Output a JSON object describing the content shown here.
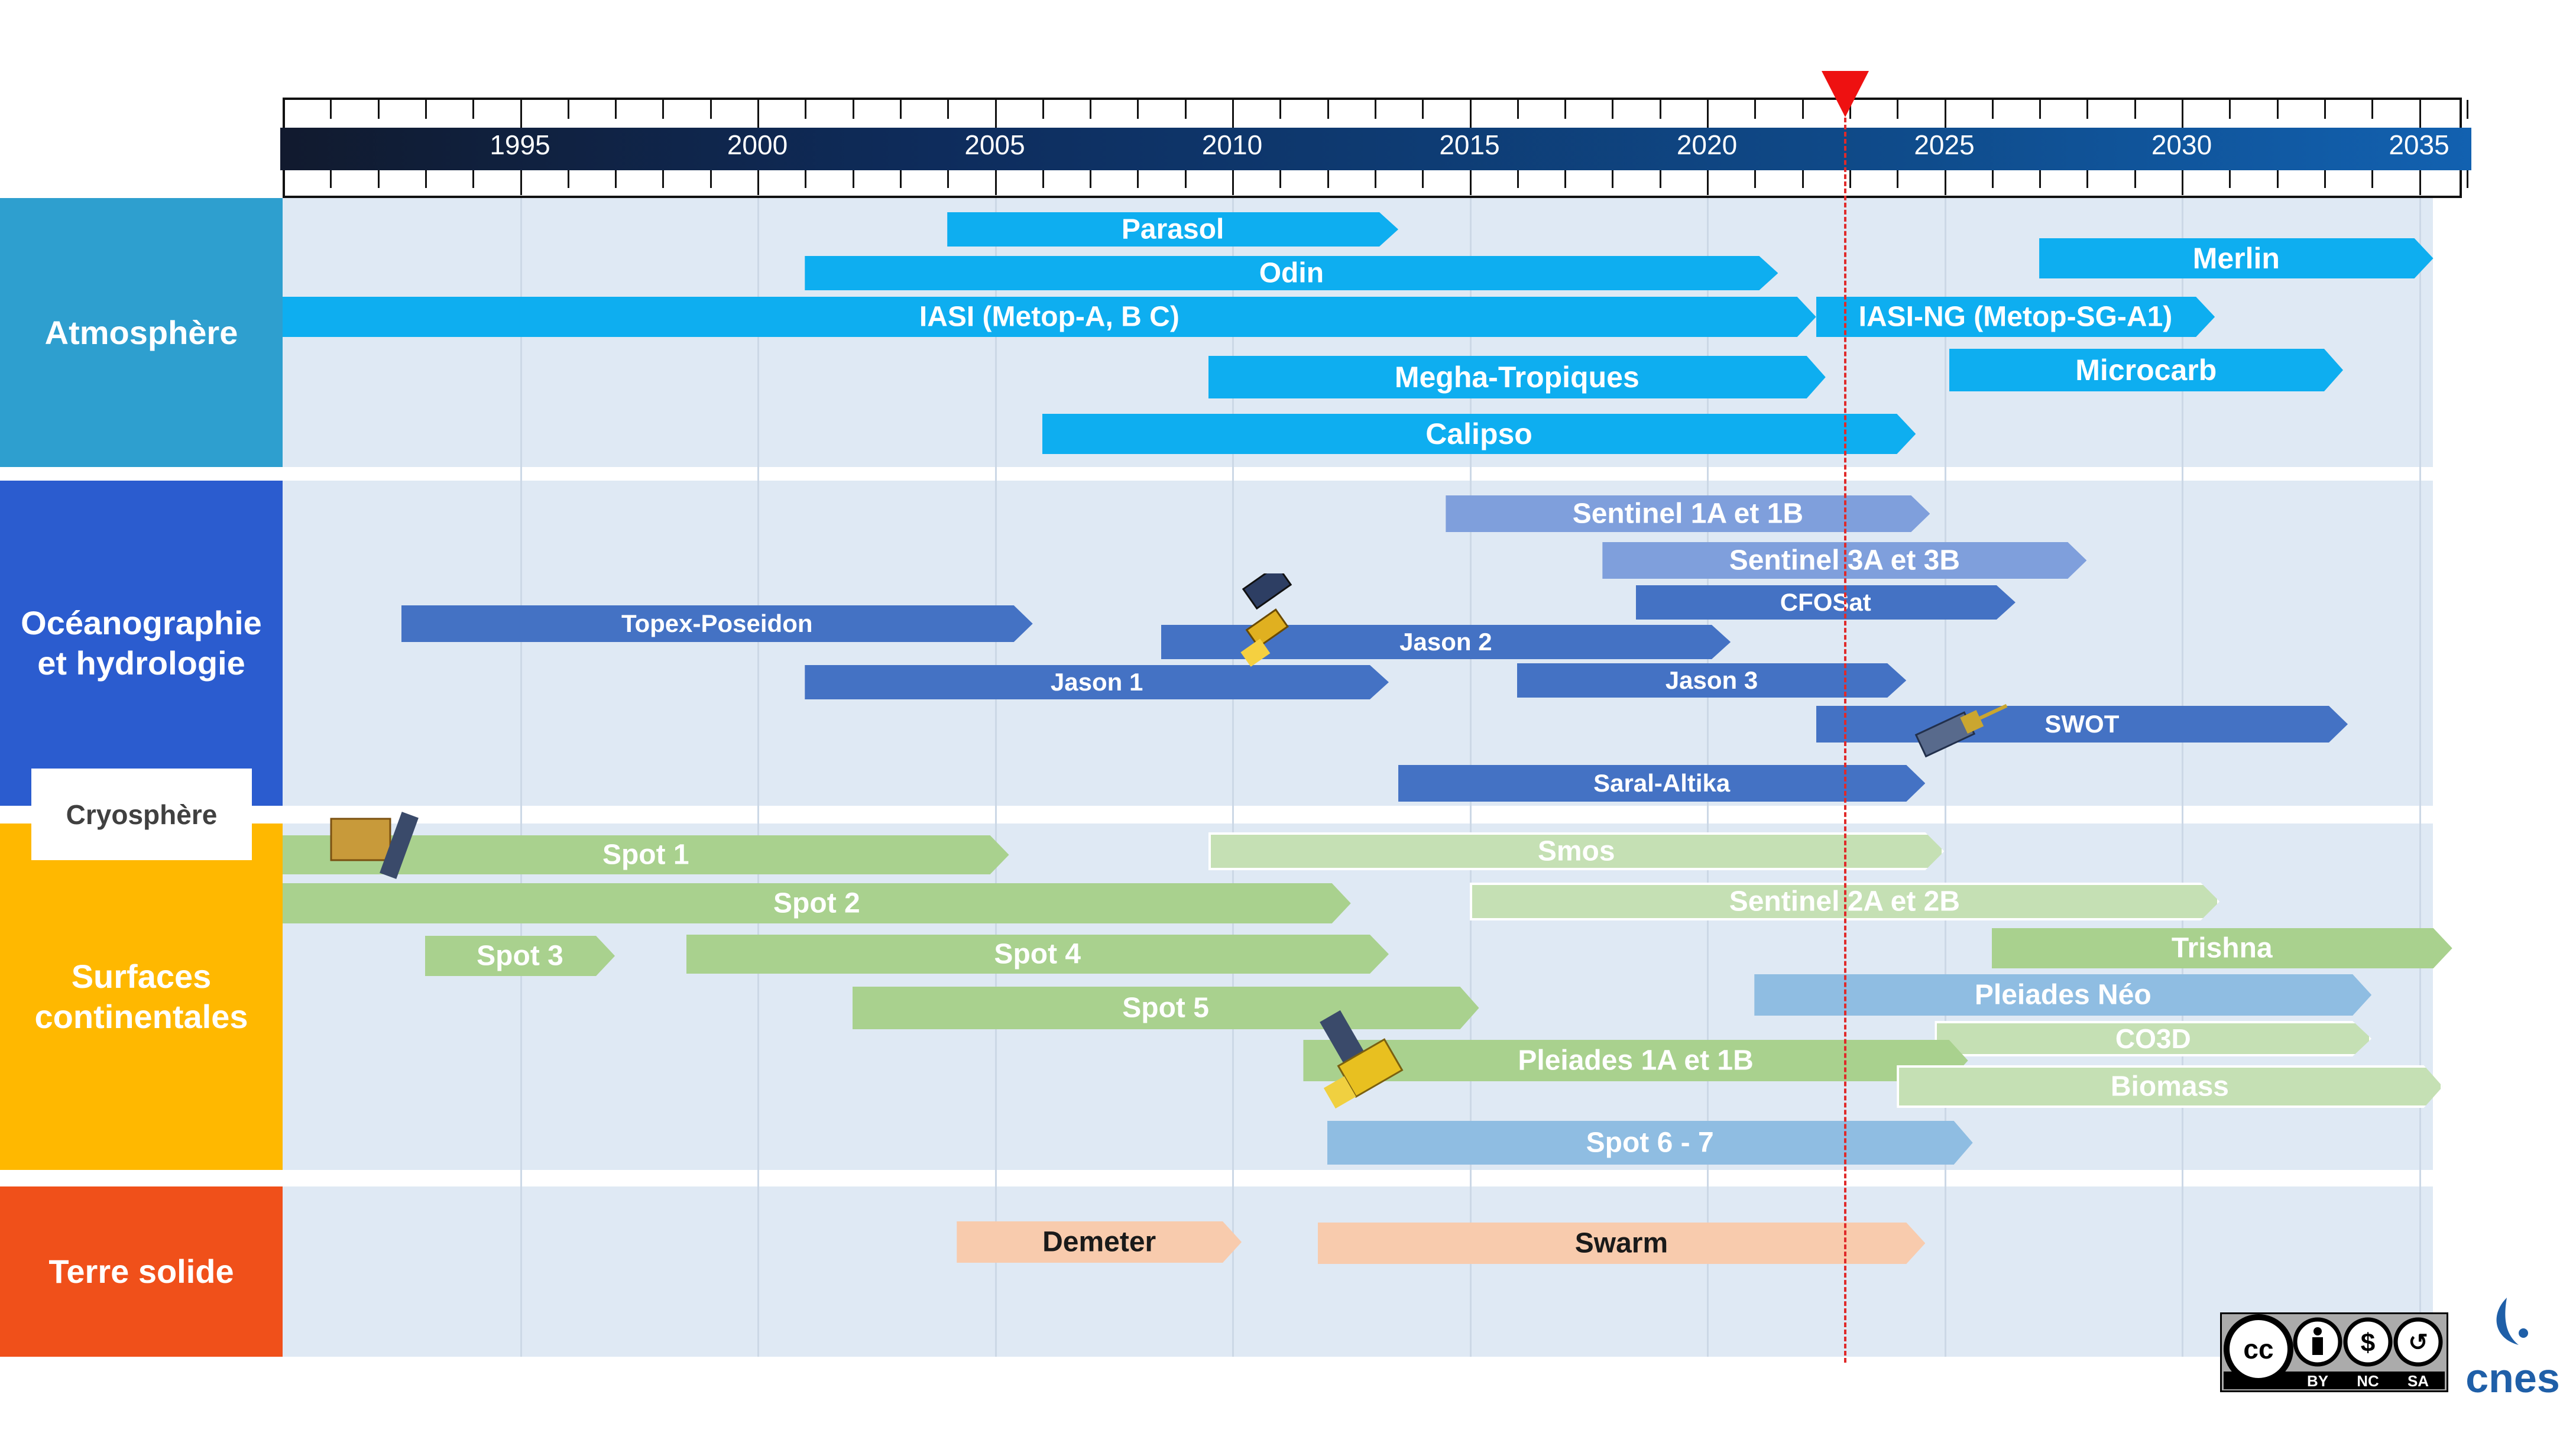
{
  "axis": {
    "years": [
      "1995",
      "2000",
      "2005",
      "2010",
      "2015",
      "2020",
      "2025",
      "2030",
      "2035"
    ],
    "start_year": 1990,
    "end_year": 2036,
    "current_year_marker": 2023
  },
  "categories": [
    {
      "label": "Atmosphère",
      "color": "#2e9fcf"
    },
    {
      "label": "Océanographie\net hydrologie",
      "color": "#2b5ccf"
    },
    {
      "label": "Cryosphère",
      "color": "#ffffff"
    },
    {
      "label": "Surfaces\ncontinentales",
      "color": "#ffb800"
    },
    {
      "label": "Terre solide",
      "color": "#f0501a"
    }
  ],
  "missions": [
    {
      "name": "Parasol",
      "start": 2004,
      "end": 2013.5,
      "color": "#0eaef0"
    },
    {
      "name": "Odin",
      "start": 2001,
      "end": 2021.5,
      "color": "#0eaef0"
    },
    {
      "name": "Merlin",
      "start": 2027,
      "end": 2035.3,
      "color": "#0eaef0"
    },
    {
      "name": "IASI (Metop-A, B C)",
      "start": 1990,
      "end": 2022.3,
      "color": "#0eaef0"
    },
    {
      "name": "IASI-NG (Metop-SG-A1)",
      "start": 2022.3,
      "end": 2030.7,
      "color": "#0eaef0"
    },
    {
      "name": "Megha-Tropiques",
      "start": 2009.5,
      "end": 2022.5,
      "color": "#0eaef0"
    },
    {
      "name": "Microcarb",
      "start": 2025.1,
      "end": 2033.4,
      "color": "#0eaef0"
    },
    {
      "name": "Calipso",
      "start": 2006,
      "end": 2024.4,
      "color": "#0eaef0"
    },
    {
      "name": "Sentinel 1A et 1B",
      "start": 2014.5,
      "end": 2024.7,
      "color": "#7f9fdc"
    },
    {
      "name": "Sentinel 3A et 3B",
      "start": 2017.8,
      "end": 2028,
      "color": "#7f9fdc"
    },
    {
      "name": "CFOSat",
      "start": 2018.5,
      "end": 2026.5,
      "color": "#4472c4"
    },
    {
      "name": "Topex-Poseidon",
      "start": 1992.5,
      "end": 2005.8,
      "color": "#4472c4"
    },
    {
      "name": "Jason 2",
      "start": 2008.5,
      "end": 2020.5,
      "color": "#4472c4"
    },
    {
      "name": "Jason 1",
      "start": 2001,
      "end": 2013.3,
      "color": "#4472c4"
    },
    {
      "name": "Jason 3",
      "start": 2016,
      "end": 2024.2,
      "color": "#4472c4"
    },
    {
      "name": "SWOT",
      "start": 2022.3,
      "end": 2033.5,
      "color": "#4472c4"
    },
    {
      "name": "Saral-Altika",
      "start": 2013.5,
      "end": 2024.6,
      "color": "#4472c4"
    },
    {
      "name": "Spot 1",
      "start": 1990,
      "end": 2005.3,
      "color": "#a9d18e"
    },
    {
      "name": "Smos",
      "start": 2009.5,
      "end": 2025,
      "color": "#c5e0b4"
    },
    {
      "name": "Spot 2",
      "start": 1990,
      "end": 2012.5,
      "color": "#a9d18e"
    },
    {
      "name": "Sentinel 2A et 2B",
      "start": 2015,
      "end": 2030.8,
      "color": "#c5e0b4"
    },
    {
      "name": "Trishna",
      "start": 2026,
      "end": 2035.7,
      "color": "#a9d18e"
    },
    {
      "name": "Spot 3",
      "start": 1993,
      "end": 1997,
      "color": "#a9d18e"
    },
    {
      "name": "Spot 4",
      "start": 1998.5,
      "end": 2013.3,
      "color": "#a9d18e"
    },
    {
      "name": "Pleiades Néo",
      "start": 2021,
      "end": 2034,
      "color": "#8fbde2"
    },
    {
      "name": "Spot 5",
      "start": 2002,
      "end": 2015.2,
      "color": "#a9d18e"
    },
    {
      "name": "CO3D",
      "start": 2024.8,
      "end": 2034,
      "color": "#c5e0b4"
    },
    {
      "name": "Pleiades 1A et 1B",
      "start": 2011.5,
      "end": 2025.5,
      "color": "#a9d18e"
    },
    {
      "name": "Biomass",
      "start": 2024,
      "end": 2035.5,
      "color": "#c5e0b4"
    },
    {
      "name": "Spot 6 - 7",
      "start": 2012,
      "end": 2025.6,
      "color": "#8fbde2"
    },
    {
      "name": "Demeter",
      "start": 2004.2,
      "end": 2010.2,
      "color": "#f8cbad"
    },
    {
      "name": "Swarm",
      "start": 2011.8,
      "end": 2024.6,
      "color": "#f8cbad"
    }
  ],
  "license": {
    "badges": [
      "BY",
      "NC",
      "SA"
    ],
    "logo_text": "cnes"
  }
}
